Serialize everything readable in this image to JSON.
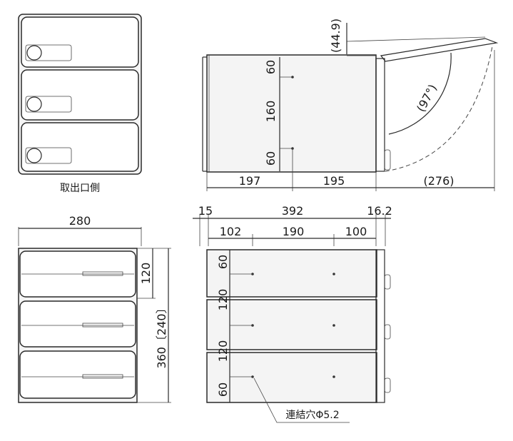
{
  "labels": {
    "front_view_caption": "取出口側",
    "hole_note": "連結穴Φ5.2"
  },
  "side_view": {
    "top_offset": "(44.9)",
    "open_angle": "(97°)",
    "v_spacing_top": "60",
    "v_spacing_mid": "160",
    "v_spacing_bottom": "60",
    "depth_front": "197",
    "depth_back": "195",
    "door_swing": "(276)"
  },
  "back_view": {
    "width": "280",
    "unit_height": "120",
    "total_height": "360〔240〕"
  },
  "top_view": {
    "left_offset": "15",
    "total_depth": "392",
    "right_offset": "16.2",
    "seg_a": "102",
    "seg_b": "190",
    "seg_c": "100",
    "v_60_top": "60",
    "v_120_a": "120",
    "v_120_b": "120",
    "v_60_bottom": "60"
  }
}
